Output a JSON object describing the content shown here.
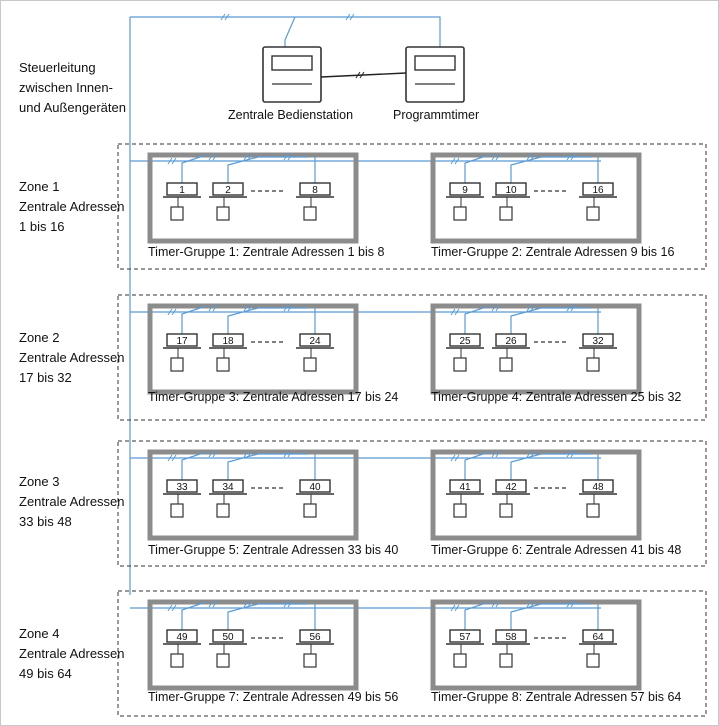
{
  "legend": {
    "line1": "Steuerleitung",
    "line2": "zwischen Innen-",
    "line3": "und Außengeräten"
  },
  "devices": {
    "central_station": "Zentrale Bedienstation",
    "program_timer": "Programmtimer"
  },
  "zones": [
    {
      "name": "Zone 1",
      "label1": "Zentrale Adressen",
      "range": "1 bis 16",
      "groups": [
        {
          "caption": "Timer-Gruppe 1: Zentrale Adressen 1 bis 8",
          "units": [
            "1",
            "2",
            "8"
          ]
        },
        {
          "caption": "Timer-Gruppe 2: Zentrale Adressen 9 bis 16",
          "units": [
            "9",
            "10",
            "16"
          ]
        }
      ]
    },
    {
      "name": "Zone 2",
      "label1": "Zentrale Adressen",
      "range": "17 bis 32",
      "groups": [
        {
          "caption": "Timer-Gruppe 3: Zentrale Adressen 17 bis 24",
          "units": [
            "17",
            "18",
            "24"
          ]
        },
        {
          "caption": "Timer-Gruppe 4: Zentrale Adressen 25 bis 32",
          "units": [
            "25",
            "26",
            "32"
          ]
        }
      ]
    },
    {
      "name": "Zone 3",
      "label1": "Zentrale Adressen",
      "range": "33 bis 48",
      "groups": [
        {
          "caption": "Timer-Gruppe 5: Zentrale Adressen 33 bis 40",
          "units": [
            "33",
            "34",
            "40"
          ]
        },
        {
          "caption": "Timer-Gruppe 6: Zentrale Adressen 41 bis 48",
          "units": [
            "41",
            "42",
            "48"
          ]
        }
      ]
    },
    {
      "name": "Zone 4",
      "label1": "Zentrale Adressen",
      "range": "49 bis 64",
      "groups": [
        {
          "caption": "Timer-Gruppe 7: Zentrale Adressen 49 bis 56",
          "units": [
            "49",
            "50",
            "56"
          ]
        },
        {
          "caption": "Timer-Gruppe 8: Zentrale Adressen 57 bis 64",
          "units": [
            "57",
            "58",
            "64"
          ]
        }
      ]
    }
  ],
  "colors": {
    "control_line": "#5b9bd5",
    "group_frame": "#8c8c8c",
    "zone_dash": "#333333",
    "device": "#333333"
  }
}
